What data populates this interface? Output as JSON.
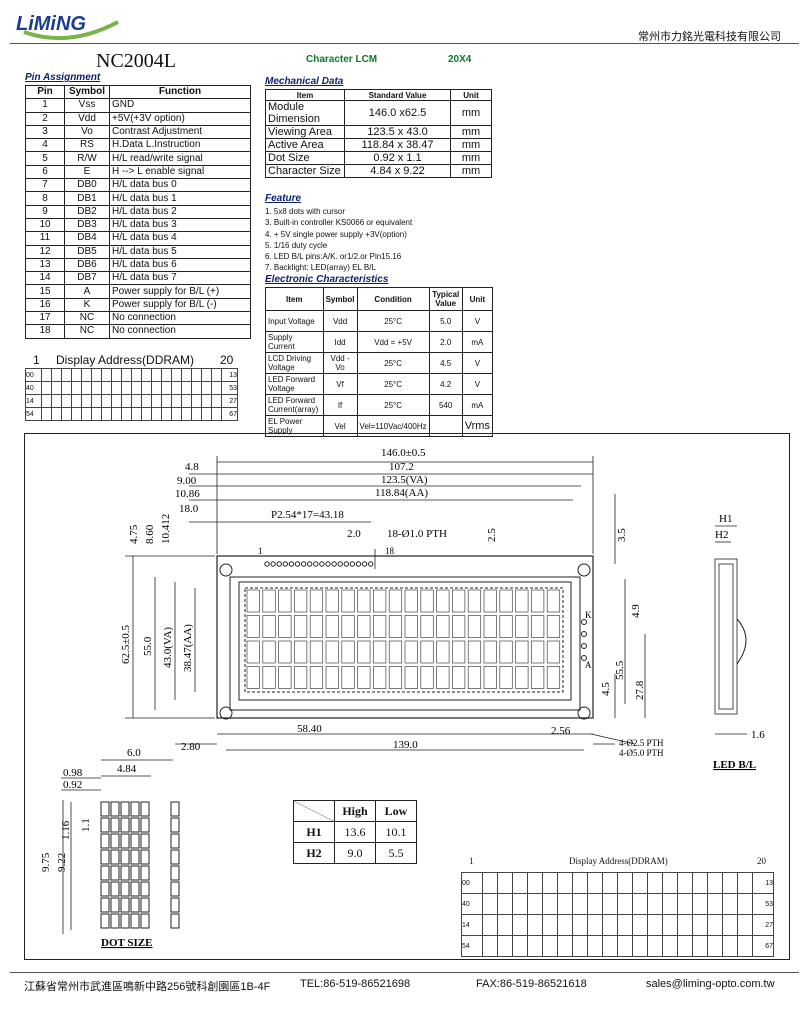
{
  "header": {
    "logo_text": "LiMiNG",
    "company": "常州市力銘光電科技有限公司",
    "model": "NC2004L",
    "product_type": "Character LCM",
    "product_size": "20X4"
  },
  "pin_assignment": {
    "title": "Pin Assignment",
    "headers": [
      "Pin",
      "Symbol",
      "Function"
    ],
    "rows": [
      [
        "1",
        "Vss",
        "GND"
      ],
      [
        "2",
        "Vdd",
        "+5V(+3V option)"
      ],
      [
        "3",
        "Vo",
        "Contrast Adjustment"
      ],
      [
        "4",
        "RS",
        "H.Data L.Instruction"
      ],
      [
        "5",
        "R/W",
        "H/L read/write signal"
      ],
      [
        "6",
        "E",
        "H --> L enable signal"
      ],
      [
        "7",
        "DB0",
        "H/L data bus 0"
      ],
      [
        "8",
        "DB1",
        "H/L data bus 1"
      ],
      [
        "9",
        "DB2",
        "H/L data bus 2"
      ],
      [
        "10",
        "DB3",
        "H/L data bus 3"
      ],
      [
        "11",
        "DB4",
        "H/L data bus 4"
      ],
      [
        "12",
        "DB5",
        "H/L data bus 5"
      ],
      [
        "13",
        "DB6",
        "H/L data bus 6"
      ],
      [
        "14",
        "DB7",
        "H/L data bus 7"
      ],
      [
        "15",
        "A",
        "Power supply for B/L (+)"
      ],
      [
        "16",
        "K",
        "Power supply for B/L (-)"
      ],
      [
        "17",
        "NC",
        "No connection"
      ],
      [
        "18",
        "NC",
        "No connection"
      ]
    ]
  },
  "ddram": {
    "start": "1",
    "title": "Display Address(DDRAM)",
    "end": "20",
    "rows": [
      [
        "00",
        "13"
      ],
      [
        "40",
        "53"
      ],
      [
        "14",
        "27"
      ],
      [
        "54",
        "67"
      ]
    ]
  },
  "mechanical": {
    "title": "Mechanical Data",
    "headers": [
      "Item",
      "Standard Value",
      "Unit"
    ],
    "rows": [
      [
        "Module Dimension",
        "146.0 x62.5",
        "mm"
      ],
      [
        "Viewing Area",
        "123.5 x 43.0",
        "mm"
      ],
      [
        "Active Area",
        "118.84 x 38.47",
        "mm"
      ],
      [
        "Dot Size",
        "0.92 x 1.1",
        "mm"
      ],
      [
        "Character Size",
        "4.84 x 9.22",
        "mm"
      ]
    ]
  },
  "feature": {
    "title": "Feature",
    "items": [
      "1. 5x8 dots with cursor",
      "3. Built-in controller KS0066 or equivalent",
      "4. + 5V single power supply +3V(option)",
      "5. 1/16 duty cycle",
      "6. LED B/L pins:A/K. or1/2.or Pin15.16",
      "7. Backlight: LED(array) EL B/L"
    ]
  },
  "electronic": {
    "title": "Electronic Characteristics",
    "headers": [
      "Item",
      "Symbol",
      "Condition",
      "Typical Value",
      "Unit"
    ],
    "rows": [
      [
        "Input Voltage",
        "Vdd",
        "25°C",
        "5.0",
        "V"
      ],
      [
        "Supply Current",
        "Idd",
        "Vdd = +5V",
        "2.0",
        "mA"
      ],
      [
        "LCD Driving Voltage",
        "Vdd - Vo",
        "25°C",
        "4.5",
        "V"
      ],
      [
        "LED Forward Voltage",
        "Vf",
        "25°C",
        "4.2",
        "V"
      ],
      [
        "LED Forward Current(array)",
        "If",
        "25°C",
        "540",
        "mA"
      ],
      [
        "EL Power Supply",
        "Vel",
        "Vel=110Vac/400Hz",
        "",
        "Vrms"
      ]
    ]
  },
  "drawing": {
    "dims_top": [
      "146.0±0.5",
      "107.2",
      "123.5(VA)",
      "118.84(AA)",
      "4.8",
      "9.00",
      "10.86",
      "18.0",
      "P2.54*17=43.18",
      "2.0",
      "18-Ø1.0 PTH",
      "1",
      "18",
      "2.5",
      "3.5"
    ],
    "dims_left": [
      "4.75",
      "8.60",
      "10.412",
      "62.5±0.5",
      "55.0",
      "43.0(VA)",
      "38.47(AA)"
    ],
    "dims_right": [
      "4.9",
      "55.5",
      "27.8",
      "4.5",
      "K",
      "A"
    ],
    "dims_bottom": [
      "58.40",
      "139.0",
      "2.80",
      "2.56",
      "4-Ø2.5 PTH",
      "4-Ø5.0 PTH"
    ],
    "side": {
      "h1": "H1",
      "h2": "H2",
      "t": "1.6",
      "label": "LED B/L"
    },
    "dot": {
      "a": "6.0",
      "b": "4.84",
      "c": "0.98",
      "d": "0.92",
      "e": "1.16",
      "f": "1.1",
      "g": "9.75",
      "h": "9.22",
      "label": "DOT SIZE"
    },
    "hl_table": {
      "headers": [
        "",
        "High",
        "Low"
      ],
      "rows": [
        [
          "H1",
          "13.6",
          "10.1"
        ],
        [
          "H2",
          "9.0",
          "5.5"
        ]
      ]
    }
  },
  "footer": {
    "address": "江蘇省常州市武進區鳴新中路256號科創園區1B-4F",
    "tel": "TEL:86-519-86521698",
    "fax": "FAX:86-519-86521618",
    "email": "sales@liming-opto.com.tw"
  }
}
